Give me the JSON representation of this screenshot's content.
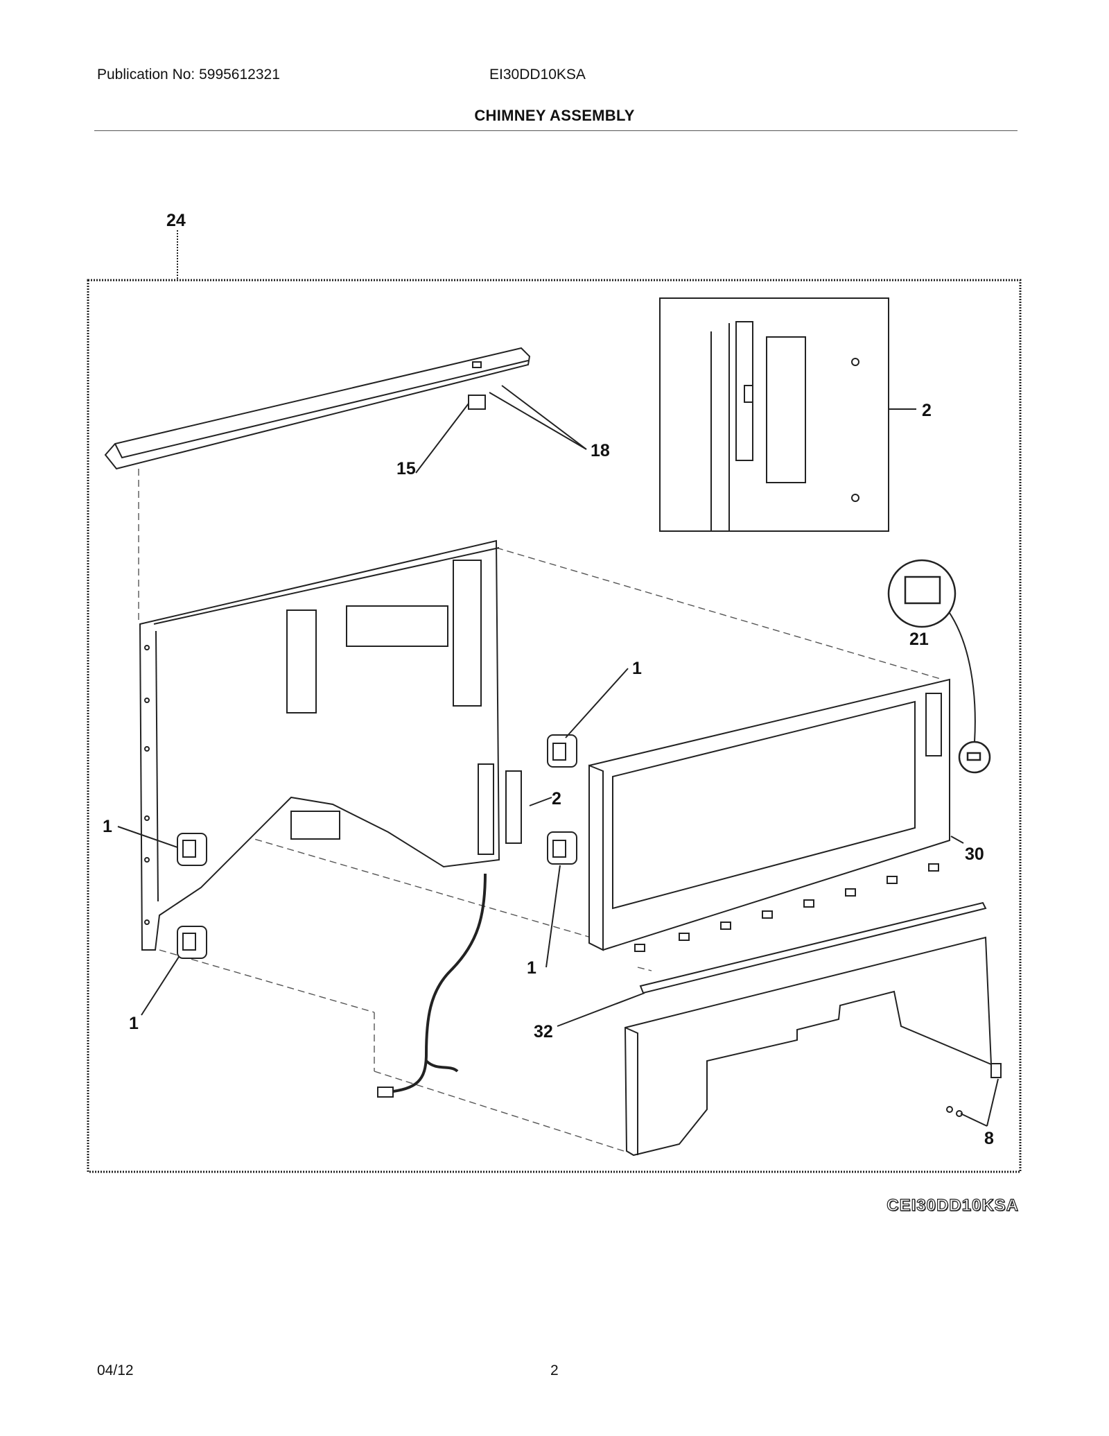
{
  "header": {
    "publication": "Publication No: 5995612321",
    "model": "EI30DD10KSA",
    "title": "CHIMNEY ASSEMBLY"
  },
  "diagram": {
    "code": "CEI30DD10KSA",
    "callouts": {
      "c24": "24",
      "c2a": "2",
      "c15": "15",
      "c18": "18",
      "c21": "21",
      "c1a": "1",
      "c2b": "2",
      "c1b": "1",
      "c30": "30",
      "c1c": "1",
      "c1d": "1",
      "c32": "32",
      "c8": "8"
    }
  },
  "footer": {
    "date": "04/12",
    "page": "2"
  }
}
